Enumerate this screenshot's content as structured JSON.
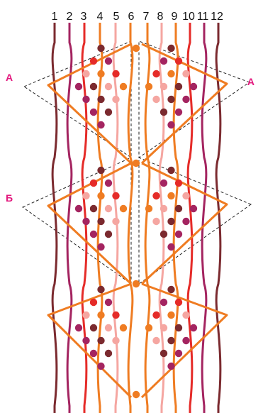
{
  "strand_numbers": [
    "1",
    "2",
    "3",
    "4",
    "5",
    "6",
    "7",
    "8",
    "9",
    "10",
    "11",
    "12"
  ],
  "section_labels": {
    "a_left": "А",
    "a_right": "А",
    "b_left": "Б"
  },
  "colors": {
    "brown": "#7b2a2f",
    "plum": "#a42460",
    "red": "#e52b28",
    "orange": "#ef7c22",
    "pink": "#f5a6a1",
    "label": "#e3177d",
    "guide": "#222222"
  },
  "strands_left": [
    "brown",
    "plum",
    "red",
    "orange",
    "pink",
    "orange"
  ],
  "strands_right": [
    "orange",
    "pink",
    "orange",
    "red",
    "plum",
    "brown"
  ]
}
